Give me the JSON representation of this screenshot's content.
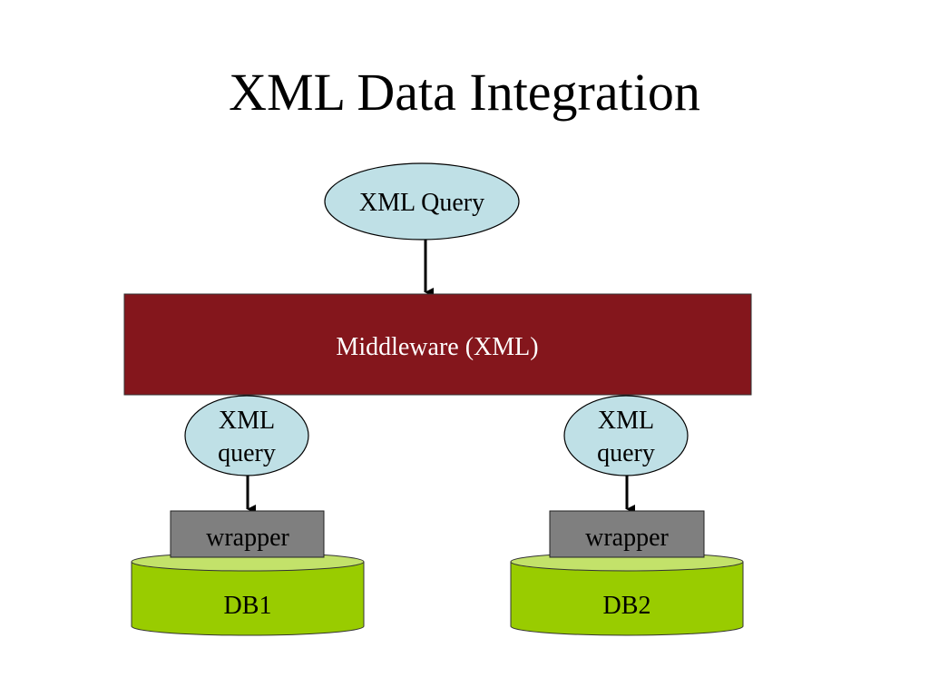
{
  "slide": {
    "title": "XML Data Integration"
  },
  "diagram": {
    "top_query": {
      "label": "XML Query"
    },
    "middleware": {
      "label": "Middleware (XML)"
    },
    "sources": [
      {
        "query_line1": "XML",
        "query_line2": "query",
        "wrapper": "wrapper",
        "db": "DB1"
      },
      {
        "query_line1": "XML",
        "query_line2": "query",
        "wrapper": "wrapper",
        "db": "DB2"
      }
    ],
    "colors": {
      "query_fill": "#bfe0e6",
      "middleware_fill": "#84161c",
      "wrapper_fill": "#7f7f7f",
      "db_fill": "#99cc00",
      "db_top_fill": "#c3e26a"
    }
  }
}
